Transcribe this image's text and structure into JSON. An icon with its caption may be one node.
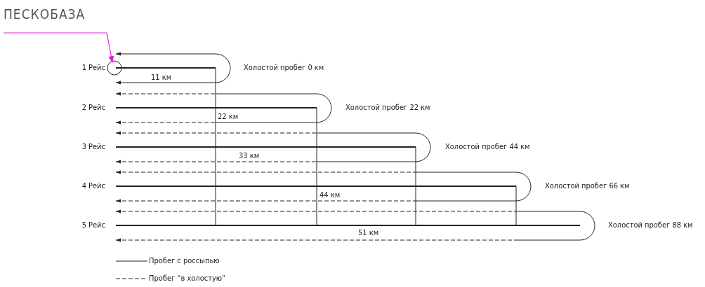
{
  "diagram": {
    "nodes": [
      {
        "text": [
          "ПЕСКОБАЗА"
        ]
      },
      {
        "text": [],
        "shape": "circle"
      }
    ],
    "edges": [
      {
        "from": 0,
        "to": 1,
        "arrow": "to",
        "color": "#e020e0"
      }
    ],
    "labels": [
      "1 Рейс",
      "11 км",
      "Холостой пробег 0 км",
      "2 Рейс",
      "22 км",
      "Холостой пробег 22 км",
      "3 Рейс",
      "33 км",
      "Холостой пробег 44 км",
      "4 Рейс",
      "44 км",
      "Холостой пробег 66 км",
      "5 Рейс",
      "51 км",
      "Холостой пробег 88 км"
    ],
    "legend": [
      {
        "text": "Пробег с россыпью"
      },
      {
        "text": "Пробег “в холостую”"
      }
    ]
  }
}
